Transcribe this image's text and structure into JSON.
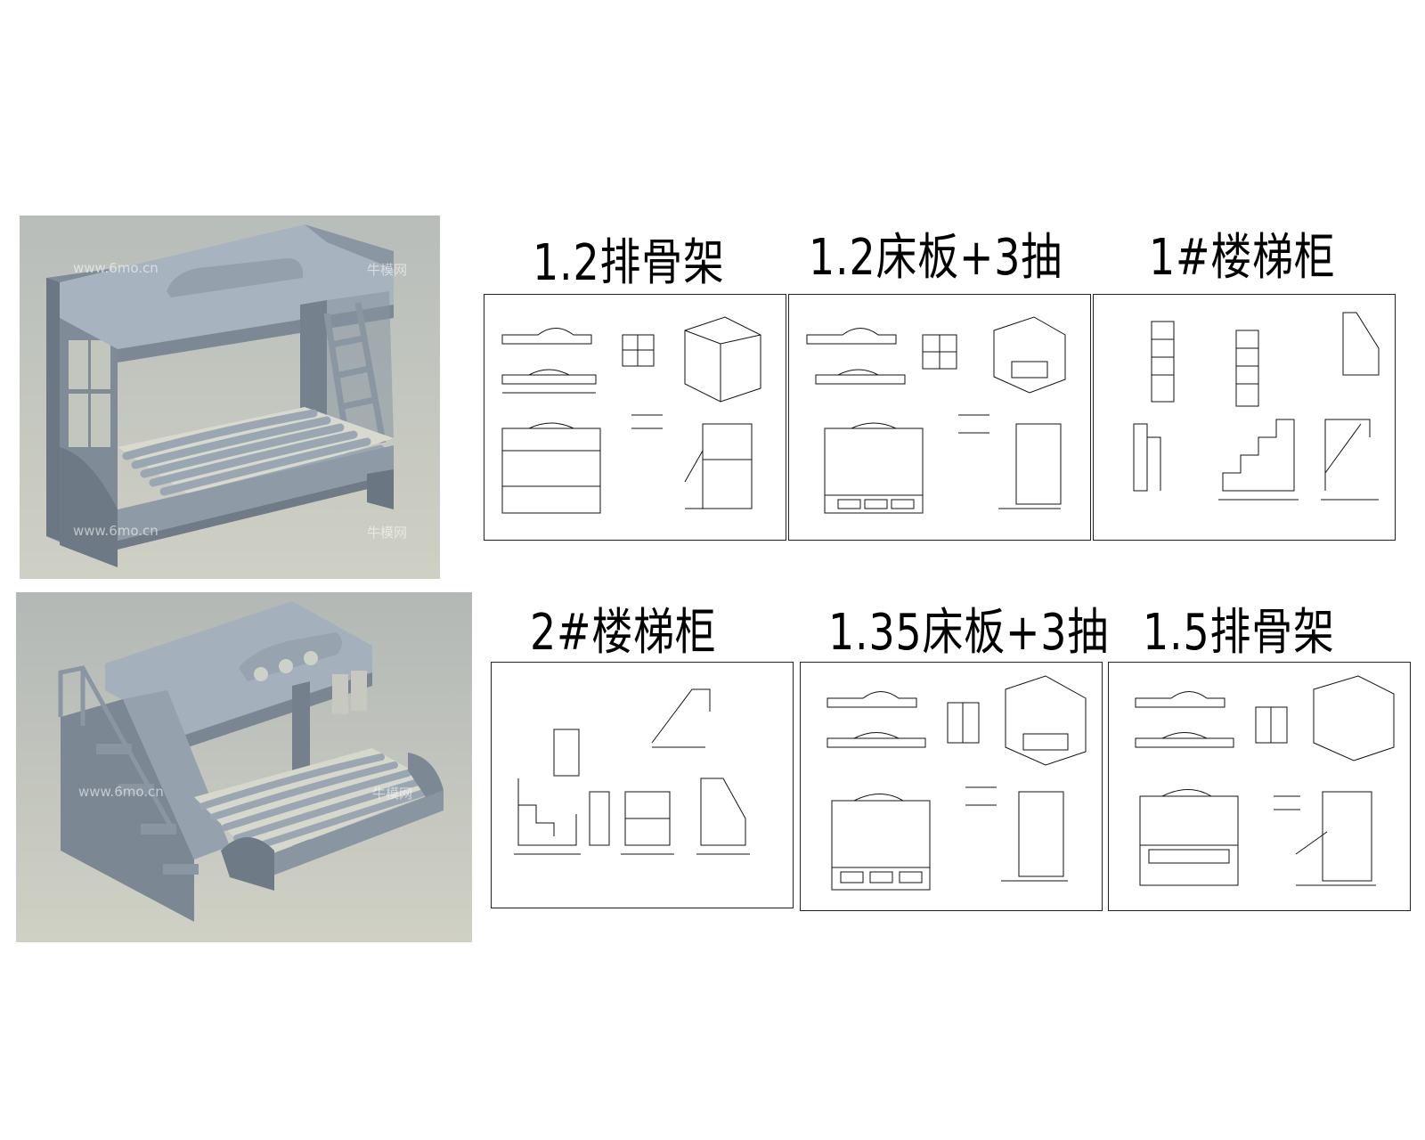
{
  "watermarks": {
    "site": "www.6mo.cn",
    "brand": "牛模网"
  },
  "panels": [
    {
      "id": "p1",
      "title": "1.2排骨架"
    },
    {
      "id": "p2",
      "title": "1.2床板+3抽"
    },
    {
      "id": "p3",
      "title": "1#楼梯柜"
    },
    {
      "id": "p4",
      "title": "2#楼梯柜"
    },
    {
      "id": "p5",
      "title": "1.35床板+3抽"
    },
    {
      "id": "p6",
      "title": "1.5排骨架"
    }
  ],
  "colors": {
    "furniture": "#8f9ca9",
    "furniture_dark": "#6f7c88",
    "furniture_light": "#b4c0cb"
  }
}
